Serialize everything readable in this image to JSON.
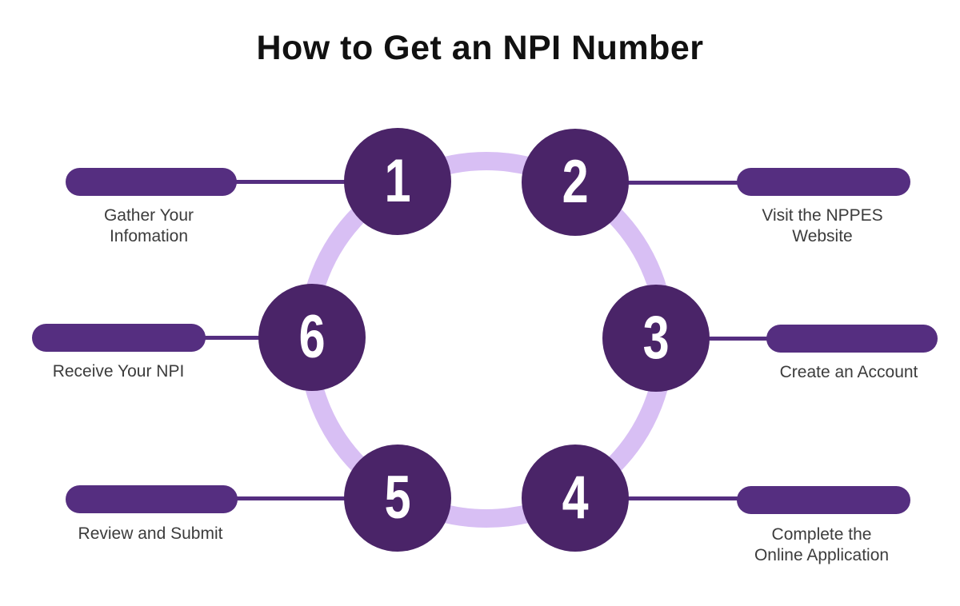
{
  "title": "How to Get an NPI Number",
  "colors": {
    "bg": "#ffffff",
    "circle-fill": "#4A2468",
    "pill-fill": "#552E80",
    "line-color": "#552E80",
    "ring-color": "#D8BFF4",
    "label-color": "#3C3C3C",
    "title-color": "#111111",
    "number-color": "#ffffff"
  },
  "steps": [
    {
      "number": "1",
      "label": "Gather Your Infomation",
      "label_lines": [
        "Gather Your",
        "Infomation"
      ]
    },
    {
      "number": "2",
      "label": "Visit the NPPES Website",
      "label_lines": [
        "Visit the NPPES",
        "Website"
      ]
    },
    {
      "number": "3",
      "label": "Create an Account",
      "label_lines": [
        "Create an Account"
      ]
    },
    {
      "number": "4",
      "label": "Complete the Online Application",
      "label_lines": [
        "Complete the",
        "Online Application"
      ]
    },
    {
      "number": "5",
      "label": "Review and Submit",
      "label_lines": [
        "Review and Submit"
      ]
    },
    {
      "number": "6",
      "label": "Receive Your NPI",
      "label_lines": [
        "Receive Your NPI"
      ]
    }
  ]
}
